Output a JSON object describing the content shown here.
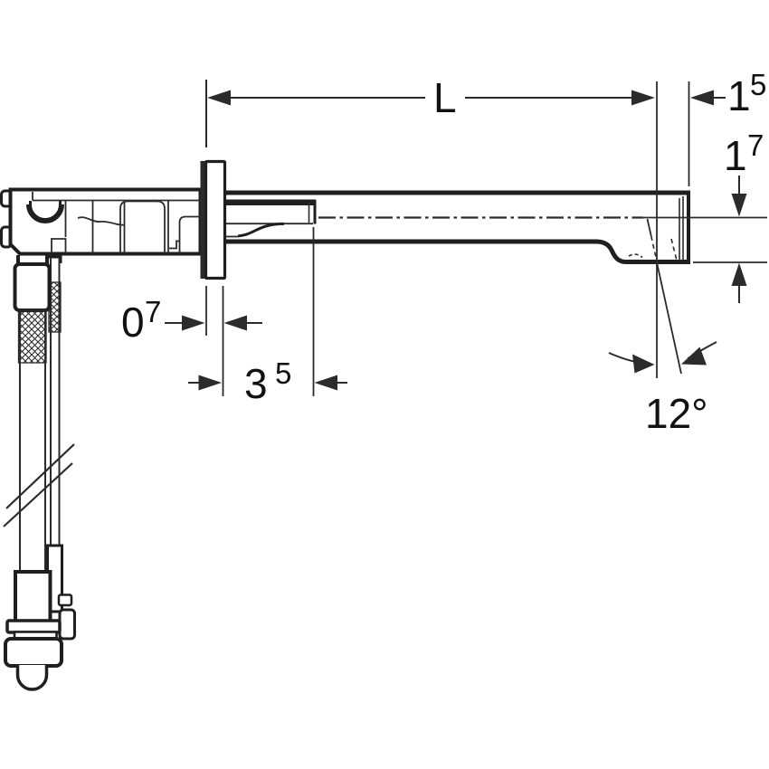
{
  "diagram": {
    "subject": "wall-mounted-tap-dimension-drawing",
    "background": "#ffffff",
    "line_color": "#2b2b2b",
    "outline_color": "#1f1f1f",
    "text_color": "#111111"
  },
  "dimensions": {
    "length": {
      "label": "L"
    },
    "end_width": {
      "base": "1",
      "sup": "5"
    },
    "outlet_height": {
      "base": "1",
      "sup": "7"
    },
    "flange_thickness": {
      "base": "0",
      "sup": "7"
    },
    "spout_insert_depth": {
      "base": "3",
      "sup": "5"
    },
    "outlet_angle": {
      "label": "12°"
    }
  }
}
